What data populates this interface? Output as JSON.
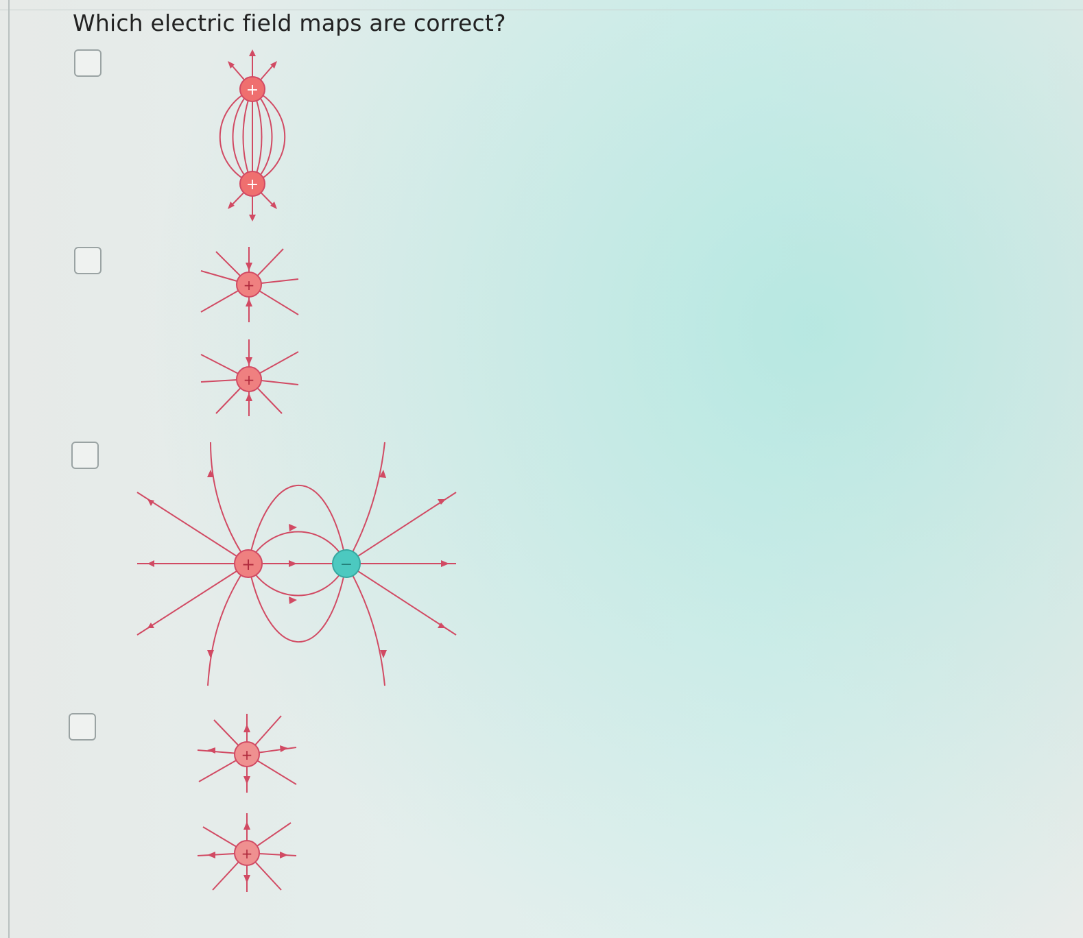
{
  "question": {
    "text": "Which electric field maps are correct?"
  },
  "options": [
    {
      "id": "option-1",
      "checked": false,
      "charges": [
        "+",
        "+"
      ]
    },
    {
      "id": "option-2",
      "checked": false,
      "charges": [
        "+",
        "+"
      ]
    },
    {
      "id": "option-3",
      "checked": false,
      "charges": [
        "+",
        "−"
      ]
    },
    {
      "id": "option-4",
      "checked": false,
      "charges": [
        "+",
        "+"
      ]
    }
  ],
  "colors": {
    "field_line": "#d14a63",
    "positive_charge": "#ef6f6f",
    "negative_charge": "#4cc9c0",
    "checkbox_border": "#9aa3a3"
  },
  "icons": {
    "checkbox": "checkbox-icon",
    "positive": "positive-charge-icon",
    "negative": "negative-charge-icon"
  }
}
